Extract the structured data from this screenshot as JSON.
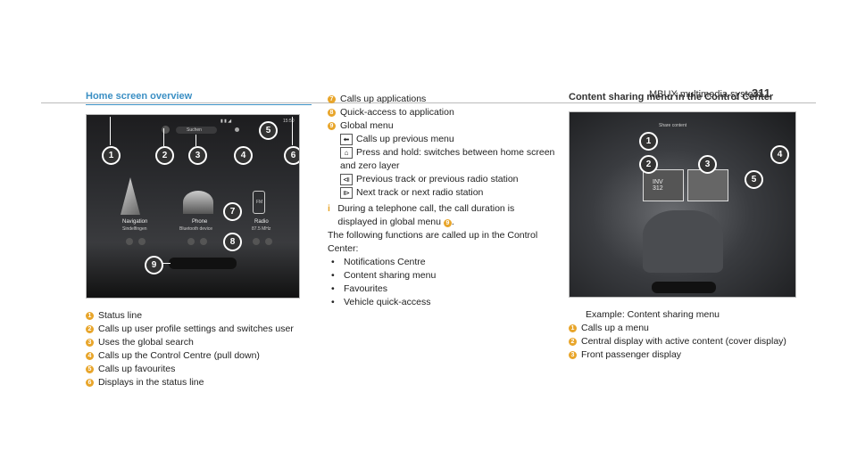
{
  "header": {
    "title": "MBUX multimedia system",
    "page": "311"
  },
  "section_left": {
    "heading": "Home screen overview"
  },
  "screen1": {
    "search_label": "Suchen",
    "time": "15:50",
    "tiles": [
      {
        "label": "Navigation",
        "sub": "Sindelfingen"
      },
      {
        "label": "Phone",
        "sub": "Bluetooth device"
      },
      {
        "label": "Radio",
        "sub": "87.5 MHz"
      }
    ],
    "radio_fm": "FM",
    "callouts": [
      "1",
      "2",
      "3",
      "4",
      "5",
      "6",
      "7",
      "8",
      "9"
    ]
  },
  "legend_left": [
    {
      "num": "1",
      "text": "Status line"
    },
    {
      "num": "2",
      "text": "Calls up user profile settings and switches user"
    },
    {
      "num": "3",
      "text": "Uses the global search"
    },
    {
      "num": "4",
      "text": "Calls up the Control Centre (pull down)"
    },
    {
      "num": "5",
      "text": "Calls up favourites"
    },
    {
      "num": "6",
      "text": "Displays in the status line"
    }
  ],
  "legend_mid": [
    {
      "num": "7",
      "text": "Calls up applications"
    },
    {
      "num": "8",
      "text": "Quick-access to application"
    },
    {
      "num": "9",
      "text": "Global menu"
    }
  ],
  "global_menu": [
    {
      "icon": "back-arrow-icon",
      "glyph": "⬅",
      "text": "Calls up previous menu"
    },
    {
      "icon": "home-icon",
      "glyph": "⌂",
      "text": "Press and hold: switches between home screen and zero layer"
    },
    {
      "icon": "previous-track-icon",
      "glyph": "⧏",
      "text": "Previous track or previous radio station"
    },
    {
      "icon": "next-track-icon",
      "glyph": "⧐",
      "text": "Next track or next radio station"
    }
  ],
  "info_note": "During a telephone call, the call duration is displayed in global menu",
  "info_num": "9",
  "control_center_intro": "The following functions are called up in the Control Center:",
  "control_center_items": [
    "Notifications Centre",
    "Content sharing menu",
    "Favourites",
    "Vehicle quick-access"
  ],
  "section_right": {
    "heading": "Content sharing menu in the Control Center"
  },
  "screen2": {
    "title": "Share content",
    "display_label": "INV\n312",
    "callouts": [
      "1",
      "2",
      "3",
      "4",
      "5"
    ]
  },
  "example_caption": "Example: Content sharing menu",
  "legend_right": [
    {
      "num": "1",
      "text": "Calls up a menu"
    },
    {
      "num": "2",
      "text": "Central display with active content (cover display)"
    },
    {
      "num": "3",
      "text": "Front passenger display"
    }
  ],
  "colors": {
    "accent": "#3b8fc4",
    "badge": "#e8a52a"
  }
}
